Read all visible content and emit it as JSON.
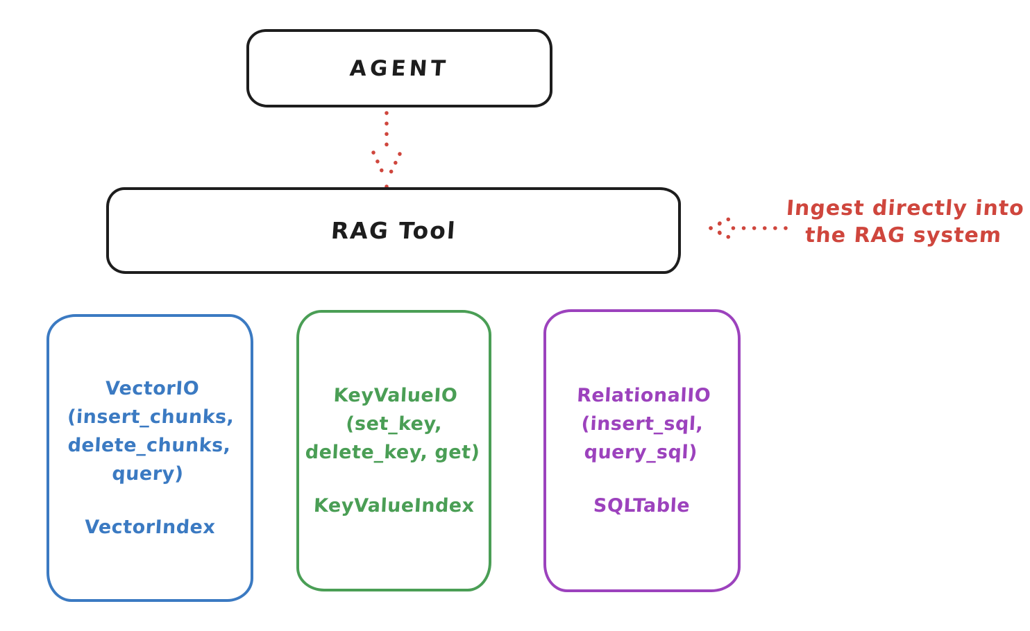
{
  "agent": {
    "label": "AGENT"
  },
  "rag_tool": {
    "label": "RAG Tool"
  },
  "annotation": {
    "text": "Ingest directly into\nthe RAG system"
  },
  "arrows": [
    {
      "name": "agent-to-rag-tool",
      "style": "dotted",
      "direction": "down",
      "color": "#cf463d"
    },
    {
      "name": "ingest-into-rag-system",
      "style": "dotted",
      "direction": "left",
      "color": "#cf463d"
    }
  ],
  "backends": [
    {
      "io_label": "VectorIO\n(insert_chunks,\ndelete_chunks,\nquery)",
      "index_label": "VectorIndex",
      "color": "#3b7ac2"
    },
    {
      "io_label": "KeyValueIO\n(set_key,\ndelete_key, get)",
      "index_label": "KeyValueIndex",
      "color": "#4a9e55"
    },
    {
      "io_label": "RelationalIO\n(insert_sql,\nquery_sql)",
      "index_label": "SQLTable",
      "color": "#9c42bd"
    }
  ],
  "colors": {
    "ink": "#1d1d1d",
    "red": "#cf463d",
    "blue": "#3b7ac2",
    "green": "#4a9e55",
    "purple": "#9c42bd",
    "background": "#ffffff"
  }
}
